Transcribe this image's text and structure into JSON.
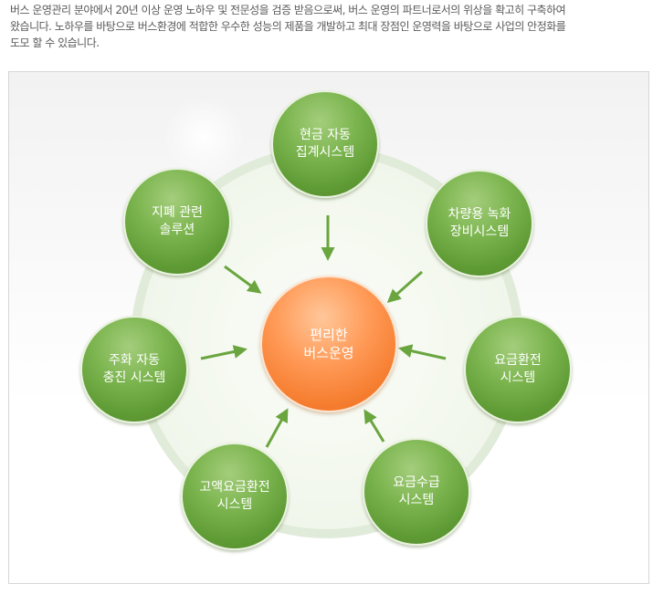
{
  "intro": {
    "line1": "버스 운영관리 분야에서  20년 이상 운영 노하우 및 전문성을 검증 받음으로써, 버스 운영의 파트너로서의 위상을  확고히 구축하여",
    "line2": "왔습니다. 노하우를 바탕으로 버스환경에 적합한 우수한 성능의 제품을  개발하고  최대 장점인 운영력을 바탕으로 사업의 안정화를",
    "line3": "도모 할 수 있습니다."
  },
  "diagram": {
    "center": {
      "line1": "편리한",
      "line2": "버스운영"
    },
    "nodes": [
      {
        "id": "cash",
        "line1": "현금 자동",
        "line2": "집계시스템"
      },
      {
        "id": "recorder",
        "line1": "차량용 녹화",
        "line2": "장비시스템"
      },
      {
        "id": "fare-exchange",
        "line1": "요금환전",
        "line2": "시스템"
      },
      {
        "id": "fare-collect",
        "line1": "요금수급",
        "line2": "시스템"
      },
      {
        "id": "high-fare",
        "line1": "고액요금환전",
        "line2": "시스템"
      },
      {
        "id": "coin",
        "line1": "주화 자동",
        "line2": "충진 시스템"
      },
      {
        "id": "bill",
        "line1": "지폐 관련",
        "line2": "솔루션"
      }
    ],
    "colors": {
      "node_green": "#6aa53f",
      "center_orange": "#f7893f",
      "arrow_green": "#6aa53f",
      "ring": "#e1ebd9"
    }
  }
}
